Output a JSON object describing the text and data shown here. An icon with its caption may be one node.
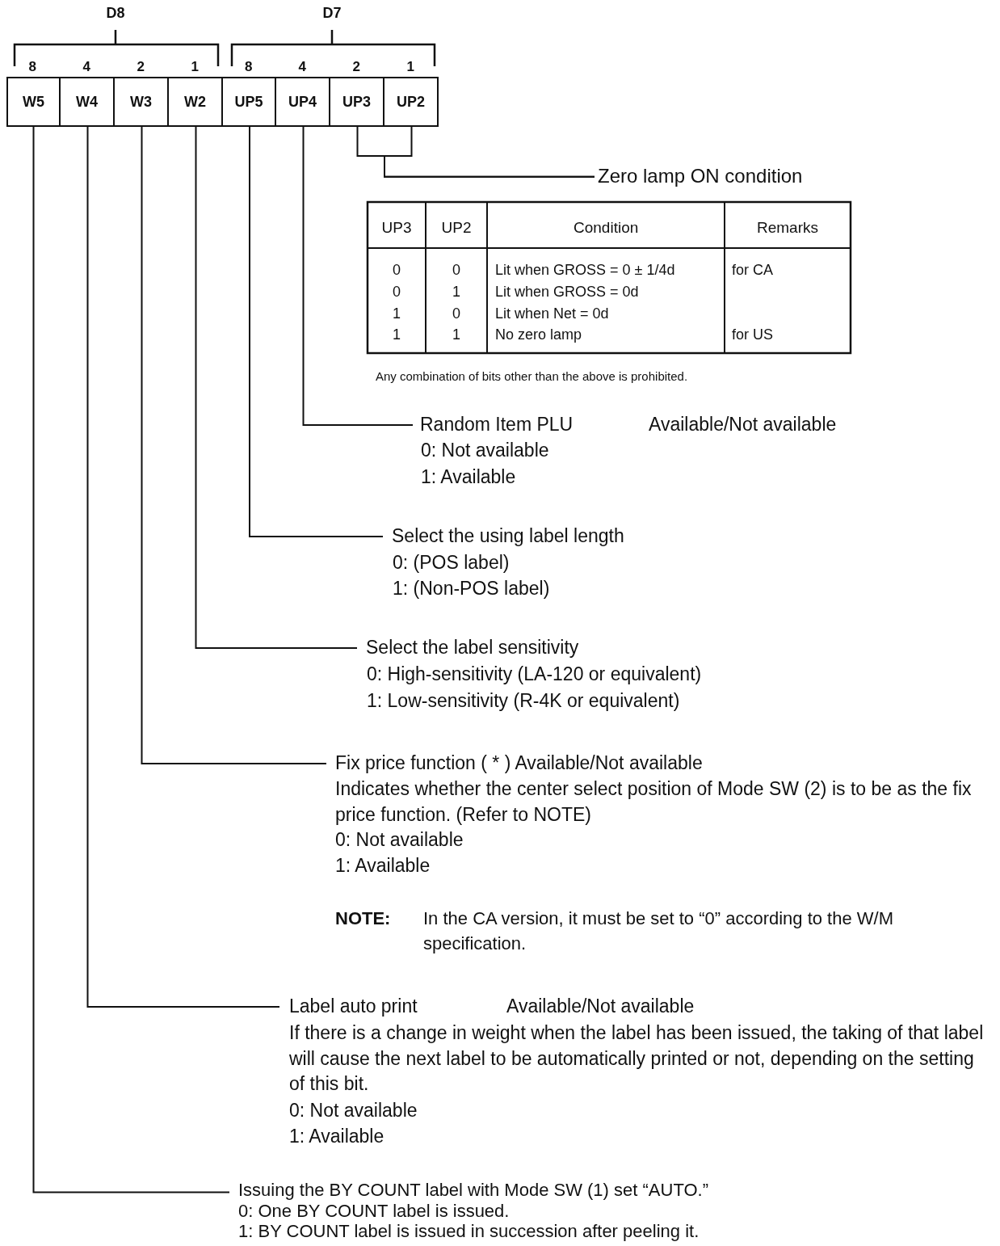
{
  "diagram": {
    "nodes": [
      {
        "text": [
          "W5"
        ],
        "beside": [
          "8"
        ]
      },
      {
        "text": [
          "W4"
        ],
        "beside": [
          "4"
        ]
      },
      {
        "text": [
          "W3"
        ],
        "beside": [
          "2"
        ]
      },
      {
        "text": [
          "W2"
        ],
        "beside": [
          "1"
        ]
      },
      {
        "text": [
          "UP5"
        ],
        "beside": [
          "8"
        ]
      },
      {
        "text": [
          "UP4"
        ],
        "beside": [
          "4"
        ]
      },
      {
        "text": [
          "UP3"
        ],
        "beside": [
          "2"
        ]
      },
      {
        "text": [
          "UP2"
        ],
        "beside": [
          "1"
        ]
      },
      {
        "text": [
          "Zero lamp ON condition"
        ]
      },
      {
        "text": [
          "Random Item PLU",
          "Available/Not available",
          "0: Not available",
          "1: Available"
        ]
      },
      {
        "text": [
          "Select the using label length",
          "0: (POS label)",
          "1: (Non-POS label)"
        ]
      },
      {
        "text": [
          "Select the label sensitivity",
          "0: High-sensitivity (LA-120 or equivalent)",
          "1: Low-sensitivity (R-4K or equivalent)"
        ]
      },
      {
        "text": [
          "Fix price function ( * ) Available/Not available",
          "Indicates whether the center select position of Mode SW (2) is to be as the fix price function. (Refer to NOTE)",
          "0: Not available",
          "1: Available"
        ]
      },
      {
        "text": [
          "Label auto print",
          "Available/Not available",
          "If there is a change in weight when the label has been issued, the taking of that label will cause the next label to be automatically printed or not, depending on the setting of this bit.",
          "0: Not available",
          "1: Available"
        ]
      },
      {
        "text": [
          "Issuing the BY COUNT label with Mode SW (1) set “AUTO.”",
          "0: One BY COUNT label is issued.",
          "1: BY COUNT label is issued in succession after peeling it."
        ]
      }
    ],
    "edges": [
      {
        "from": 6,
        "to": 8,
        "arrow": "none"
      },
      {
        "from": 7,
        "to": 8,
        "arrow": "none"
      },
      {
        "from": 5,
        "to": 9,
        "arrow": "none"
      },
      {
        "from": 4,
        "to": 10,
        "arrow": "none"
      },
      {
        "from": 3,
        "to": 11,
        "arrow": "none"
      },
      {
        "from": 2,
        "to": 12,
        "arrow": "none"
      },
      {
        "from": 1,
        "to": 13,
        "arrow": "none"
      },
      {
        "from": 0,
        "to": 14,
        "arrow": "none"
      }
    ],
    "labels": [
      "D8",
      "D7",
      "UP3",
      "UP2",
      "Condition",
      "Remarks",
      "0",
      "0",
      "Lit when GROSS = 0 ± 1/4d",
      "for CA",
      "0",
      "1",
      "Lit when GROSS = 0d",
      "1",
      "0",
      "Lit when Net = 0d",
      "1",
      "1",
      "No zero lamp",
      "for US",
      "Any combination of bits other than the above is prohibited.",
      "NOTE:",
      "In the CA version, it must be set to “0” according to the W/M specification."
    ]
  }
}
